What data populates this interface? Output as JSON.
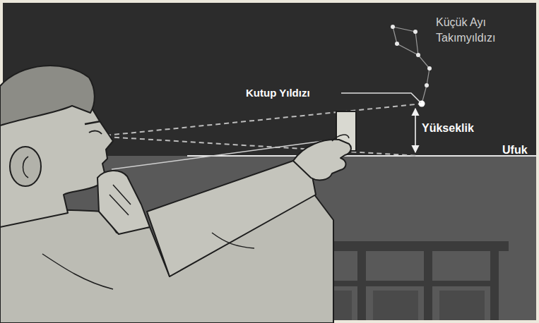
{
  "diagram": {
    "labels": [
      "Kutup Yıldızı",
      "Küçük Ayı Takımyıldızı",
      "Yükseklik",
      "Ufuk"
    ]
  }
}
